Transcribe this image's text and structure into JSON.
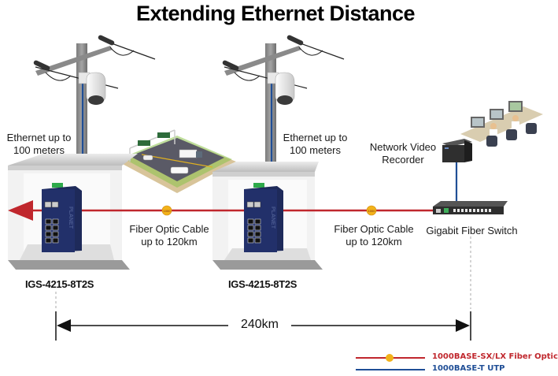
{
  "title": "Extending Ethernet Distance",
  "sites": [
    {
      "ethernet_label_line1": "Ethernet up to",
      "ethernet_label_line2": "100 meters",
      "model": "IGS-4215-8T2S",
      "switch_brand": "PLANET"
    },
    {
      "ethernet_label_line1": "Ethernet up to",
      "ethernet_label_line2": "100 meters",
      "model": "IGS-4215-8T2S",
      "switch_brand": "PLANET"
    }
  ],
  "links": [
    {
      "label_line1": "Fiber Optic Cable",
      "label_line2": "up to 120km",
      "badge": "1000"
    },
    {
      "label_line1": "Fiber Optic Cable",
      "label_line2": "up to 120km",
      "badge": "1000"
    }
  ],
  "nvr": {
    "label_line1": "Network Video",
    "label_line2": "Recorder"
  },
  "core_switch": {
    "label": "Gigabit Fiber Switch"
  },
  "distance": {
    "label": "240km"
  },
  "legend": [
    {
      "label": "1000BASE-SX/LX Fiber Optic",
      "color": "#c0272d",
      "badge": "1000"
    },
    {
      "label": "1000BASE-T UTP",
      "color": "#1f4e96"
    }
  ],
  "colors": {
    "fiber": "#c0272d",
    "utp": "#1f4e96",
    "badge": "#f2b21a",
    "switch_body": "#1e2a5a"
  }
}
